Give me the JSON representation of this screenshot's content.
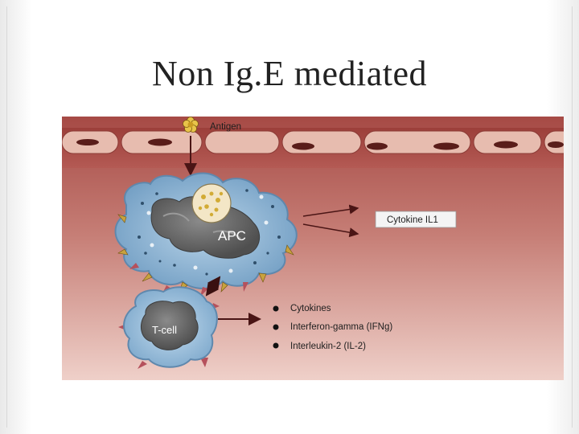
{
  "slide": {
    "title": "Non Ig.E mediated"
  },
  "figure": {
    "labels": {
      "antigen": "Antigen",
      "apc": "APC",
      "t_cell": "T-cell",
      "cytokine_il1": "Cytokine IL1"
    },
    "bullets": [
      "Cytokines",
      "Interferon-gamma (IFNg)",
      "Interleukin-2 (IL-2)"
    ]
  }
}
